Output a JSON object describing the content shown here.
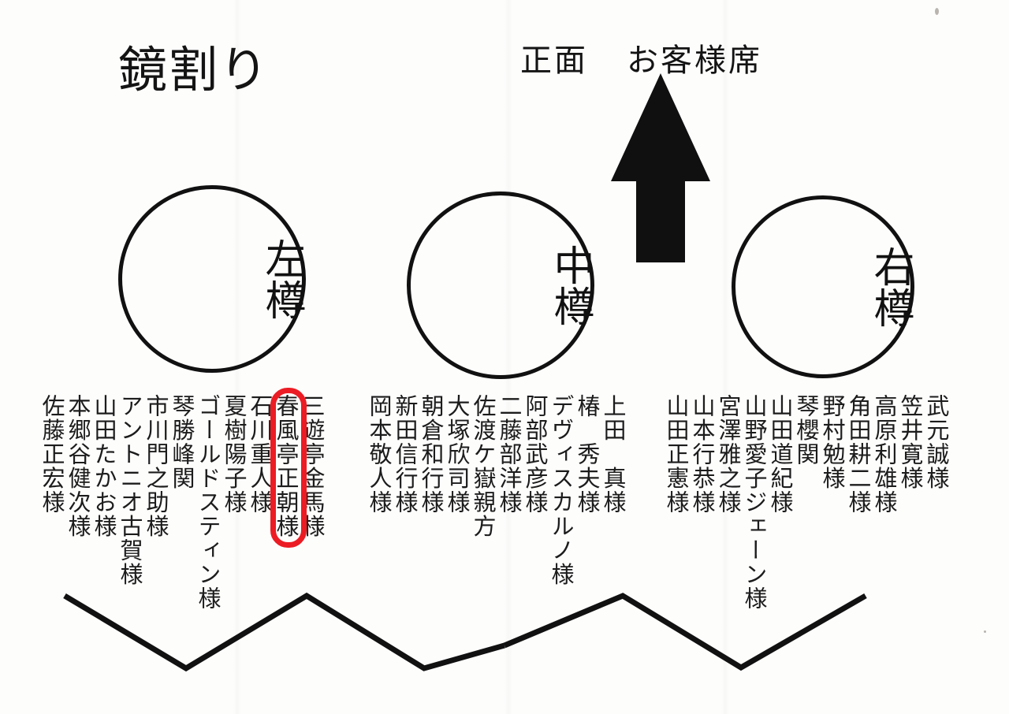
{
  "document": {
    "title": "鏡割り",
    "front_label": "正面",
    "guest_label": "お客様席",
    "arrow": "up-arrow"
  },
  "barrels": [
    {
      "id": "left",
      "label": "左樽"
    },
    {
      "id": "middle",
      "label": "中樽"
    },
    {
      "id": "right",
      "label": "右樽"
    }
  ],
  "highlight": {
    "color": "#ec1c24",
    "target_name": "春風亭正朝様"
  },
  "groups": {
    "left": {
      "barrel": "左樽",
      "names": [
        "三遊亭金馬様",
        "春風亭正朝様",
        "石川重人様",
        "夏樹陽子様",
        "ゴールドスティン様",
        "琴勝峰関",
        "市川門之助様",
        "アントニオ古賀様",
        "山田たかお様",
        "本郷谷健次様",
        "佐藤正宏様"
      ]
    },
    "middle": {
      "barrel": "中樽",
      "names": [
        "上田　真様",
        "椿　秀夫様",
        "デヴィスカルノ様",
        "阿部武彦様",
        "二藤部洋様",
        "佐渡ケ嶽親方",
        "大塚欣司様",
        "朝倉和行様",
        "新田信行様",
        "岡本敬人様"
      ]
    },
    "right": {
      "barrel": "右樽",
      "names": [
        "武元誠様",
        "笠井寛様",
        "高原利雄様",
        "角田耕二様",
        "野村勉様",
        "琴櫻関",
        "山田道紀様",
        "山野愛子ジェーン様",
        "宮澤雅之様",
        "山本行恭様",
        "山田正憲様"
      ]
    }
  }
}
